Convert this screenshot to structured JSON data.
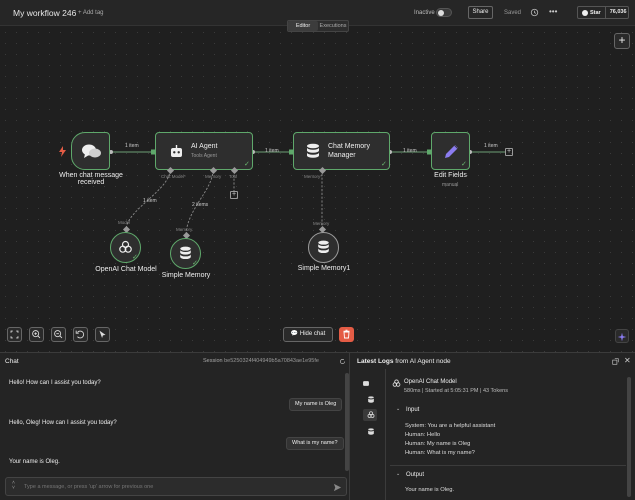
{
  "header": {
    "workflow_title": "My workflow 246",
    "add_tag": "+ Add tag",
    "inactive": "Inactive",
    "share": "Share",
    "saved": "Saved",
    "github_star": "Star",
    "github_count": "76,036"
  },
  "tabs": {
    "editor": "Editor",
    "executions": "Executions"
  },
  "nodes": {
    "trigger": {
      "label_line1": "When chat message",
      "label_line2": "received"
    },
    "agent": {
      "title": "AI Agent",
      "sub": "Tools Agent",
      "port_model": "Chat Model*",
      "port_memory": "Memory",
      "port_tool": "Tool"
    },
    "chat_memory": {
      "title_line1": "Chat Memory",
      "title_line2": "Manager",
      "port_memory": "Memory*"
    },
    "edit_fields": {
      "label": "Edit Fields",
      "sub": "manual"
    },
    "openai": {
      "label": "OpenAI Chat Model",
      "port": "Model"
    },
    "simple_memory": {
      "label": "Simple Memory",
      "port": "Memory"
    },
    "simple_memory1": {
      "label": "Simple Memory1",
      "port": "Memory"
    }
  },
  "edges": {
    "trigger_agent": "1 item",
    "agent_memmgr": "1 item",
    "memmgr_edit": "1 item",
    "edit_out": "1 item",
    "model_agent": "1 item",
    "memory_agent": "2 items"
  },
  "toolbar": {
    "hide_chat": "Hide chat"
  },
  "chat": {
    "title": "Chat",
    "session_label": "Session",
    "session_id": "be5250324f404949b5a70843ae1e95fe",
    "messages": [
      {
        "role": "bot",
        "text": "Hello! How can I assist you today?"
      },
      {
        "role": "user",
        "text": "My name is Oleg"
      },
      {
        "role": "bot",
        "text": "Hello, Oleg! How can I assist you today?"
      },
      {
        "role": "user",
        "text": "What is my name?"
      },
      {
        "role": "bot",
        "text": "Your name is Oleg."
      }
    ],
    "input_placeholder": "Type a message, or press 'up' arrow for previous one"
  },
  "logs": {
    "title_bold": "Latest Logs",
    "title_rest": "from AI Agent node",
    "node_name": "OpenAI Chat Model",
    "meta": "580ms | Started at 5:05:31 PM | 43 Tokens",
    "input_label": "Input",
    "input_lines": [
      "System: You are a helpful assistant",
      "Human: Hello",
      "Human: My name is Oleg",
      "Human: What is my name?"
    ],
    "output_label": "Output",
    "output_text": "Your name is Oleg."
  },
  "colors": {
    "success": "#5fa86b",
    "danger": "#e45c45",
    "edit_icon": "#8b7cf0"
  }
}
